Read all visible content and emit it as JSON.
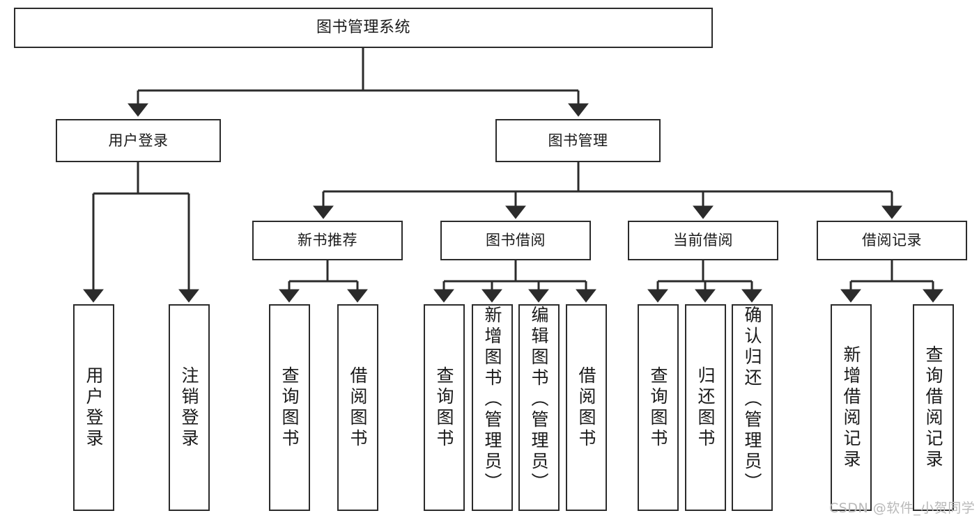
{
  "diagram": {
    "title": "图书管理系统",
    "type": "tree-hierarchy-diagram",
    "watermark": "CSDN @软件_小贺同学",
    "style": {
      "box_border_color": "#2b2b2b",
      "box_fill_color": "#ffffff",
      "connector_color": "#2b2b2b",
      "background_color": "#ffffff",
      "watermark_color": "#b9b9b9"
    },
    "levels": {
      "root": {
        "label": "图书管理系统"
      },
      "level2": [
        {
          "label": "用户登录"
        },
        {
          "label": "图书管理"
        }
      ],
      "level3": [
        {
          "label": "新书推荐"
        },
        {
          "label": "图书借阅"
        },
        {
          "label": "当前借阅"
        },
        {
          "label": "借阅记录"
        }
      ],
      "leaves_user_login": [
        {
          "label": "用户登录"
        },
        {
          "label": "注销登录"
        }
      ],
      "leaves_new_book": [
        {
          "label": "查询图书"
        },
        {
          "label": "借阅图书"
        }
      ],
      "leaves_book_borrow": [
        {
          "label": "查询图书"
        },
        {
          "label": "新增图书（管理员）"
        },
        {
          "label": "编辑图书（管理员）"
        },
        {
          "label": "借阅图书"
        }
      ],
      "leaves_current_borrow": [
        {
          "label": "查询图书"
        },
        {
          "label": "归还图书"
        },
        {
          "label": "确认归还（管理员）"
        }
      ],
      "leaves_borrow_record": [
        {
          "label": "新增借阅记录"
        },
        {
          "label": "查询借阅记录"
        }
      ]
    }
  }
}
